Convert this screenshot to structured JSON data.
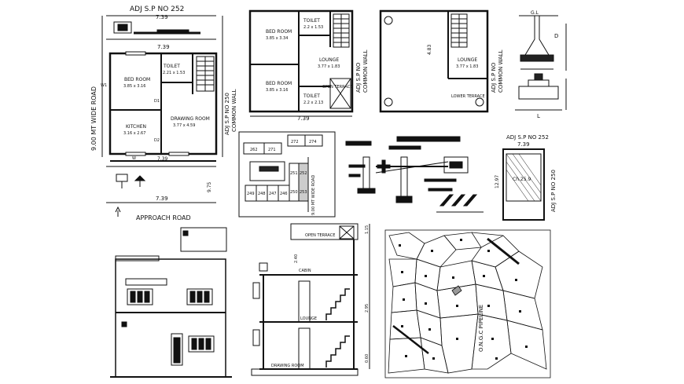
{
  "ground_floor": {
    "title": "ADJ S.P NO 252",
    "dim_top": "7.39",
    "dim_mid": "7.39",
    "dim_bottom": "7.39",
    "road_left": "9.00 MT WIDE ROAD",
    "road_bottom": "APPROACH ROAD",
    "right_wall": "ADJ S.P NO 250",
    "common_wall": "COMMON WALL",
    "side_dim_right": "9.75",
    "rooms": {
      "bed_room": "BED ROOM",
      "bed_room_size": "3.85 x 3.16",
      "toilet": "TOILET",
      "toilet_size": "2.21 x 1.53",
      "drawing_room": "DRAWING ROOM",
      "drawing_room_size": "3.77 x 4.59",
      "kitchen": "KITCHEN",
      "kitchen_size": "3.16 x 2.67"
    },
    "door_labels": [
      "D1",
      "D2",
      "W",
      "W1"
    ]
  },
  "first_floor": {
    "dim_bottom": "7.39",
    "rooms": {
      "bed_room_1": "BED ROOM",
      "bed_room_1_size": "3.85 x 3.34",
      "bed_room_2": "BED ROOM",
      "bed_room_2_size": "3.85 x 3.16",
      "toilet_1": "TOILET",
      "toilet_1_size": "2.2 x 1.53",
      "toilet_2": "TOILET",
      "toilet_2_size": "2.2 x 2.13",
      "lounge": "LOUNGE",
      "lounge_size": "3.77 x 1.83",
      "open_terrace": "OPEN TERRACE"
    },
    "right_label_1": "ADJ S.P NO",
    "right_label_2": "COMMON WALL"
  },
  "terrace_floor": {
    "lounge": "LOUNGE",
    "lounge_size": "3.77 x 1.83",
    "lower_terrace": "LOWER TERRACE",
    "right_label_1": "ADJ S.P NO",
    "right_label_2": "COMMON WALL",
    "dim": "4.83"
  },
  "footing": {
    "ground_level": "G.L",
    "label_d": "D",
    "label_l": "L"
  },
  "site_plan": {
    "title": "ADJ S.P NO 252",
    "dim": "7.39",
    "plot": "Ch.25.9",
    "right_label": "ADJ S.P NO 250",
    "side_dim": "12.97"
  },
  "layout_plan": {
    "plot_numbers": [
      "262",
      "271",
      "272",
      "274",
      "249",
      "248",
      "247",
      "246",
      "251",
      "252",
      "250",
      "253"
    ],
    "road_label": "9.00 MT WIDE ROAD"
  },
  "section": {
    "open_terrace": "OPEN TERRACE",
    "cabin": "CABIN",
    "lounge": "LOUNGE",
    "drawing_room": "DRAWING ROOM",
    "dims": [
      "1.15",
      "2.40",
      "2.95",
      "0.60"
    ]
  },
  "key_plan": {
    "pipeline": "O.N.G.C PIPELINE"
  }
}
